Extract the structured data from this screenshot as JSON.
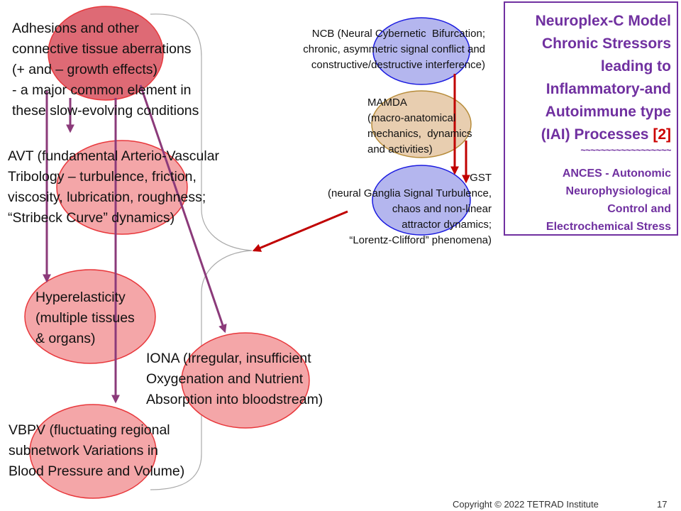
{
  "nodes": {
    "adhesions": "Adhesions and other\nconnective tissue aberrations\n(+ and – growth effects)\n- a major common element in\nthese slow-evolving conditions",
    "avt": "AVT (fundamental Arterio-Vascular\nTribology – turbulence, friction,\nviscosity, lubrication, roughness;\n“Stribeck Curve” dynamics)",
    "hyper": "Hyperelasticity\n(multiple tissues\n& organs)",
    "iona": "IONA (Irregular, insufficient\nOxygenation and Nutrient\nAbsorption into bloodstream)",
    "vbpv": "VBPV (fluctuating regional\nsubnetwork Variations in\nBlood Pressure and Volume)",
    "ncb": "NCB (Neural Cybernetic  Bifurcation;\nchronic, asymmetric signal conflict and\nconstructive/destructive interference)",
    "mamda": "MAMDA\n(macro-anatomical\nmechanics,  dynamics\nand activities)",
    "gst": "GST\n(neural Ganglia Signal Turbulence,\nchaos and non-linear\nattractor dynamics;\n“Lorentz-Clifford” phenomena)"
  },
  "title": {
    "main": "Neuroplex-C Model\nChronic Stressors\nleading to\nInflammatory-and\nAutoimmune type\n(IAI) Processes ",
    "ref": "[2]",
    "tilde": "~~~~~~~~~~~~~~~~~~",
    "subtitle": "ANCES - Autonomic\nNeurophysiological\nControl and\nElectrochemical Stress"
  },
  "footer": {
    "copyright": "Copyright © 2022 TETRAD Institute",
    "page": "17"
  },
  "colors": {
    "red_node_fill": "#f4a6a8",
    "red_node_stroke": "#e8383c",
    "adhesions_fill": "#de6a75",
    "blue_node_fill": "#b4b6ee",
    "blue_node_stroke": "#1b1be0",
    "tan_node_fill": "#e8ceb0",
    "tan_node_stroke": "#b78c3a",
    "purple_arrow": "#8b3a7a",
    "red_arrow": "#c00000",
    "title": "#7030a0"
  }
}
